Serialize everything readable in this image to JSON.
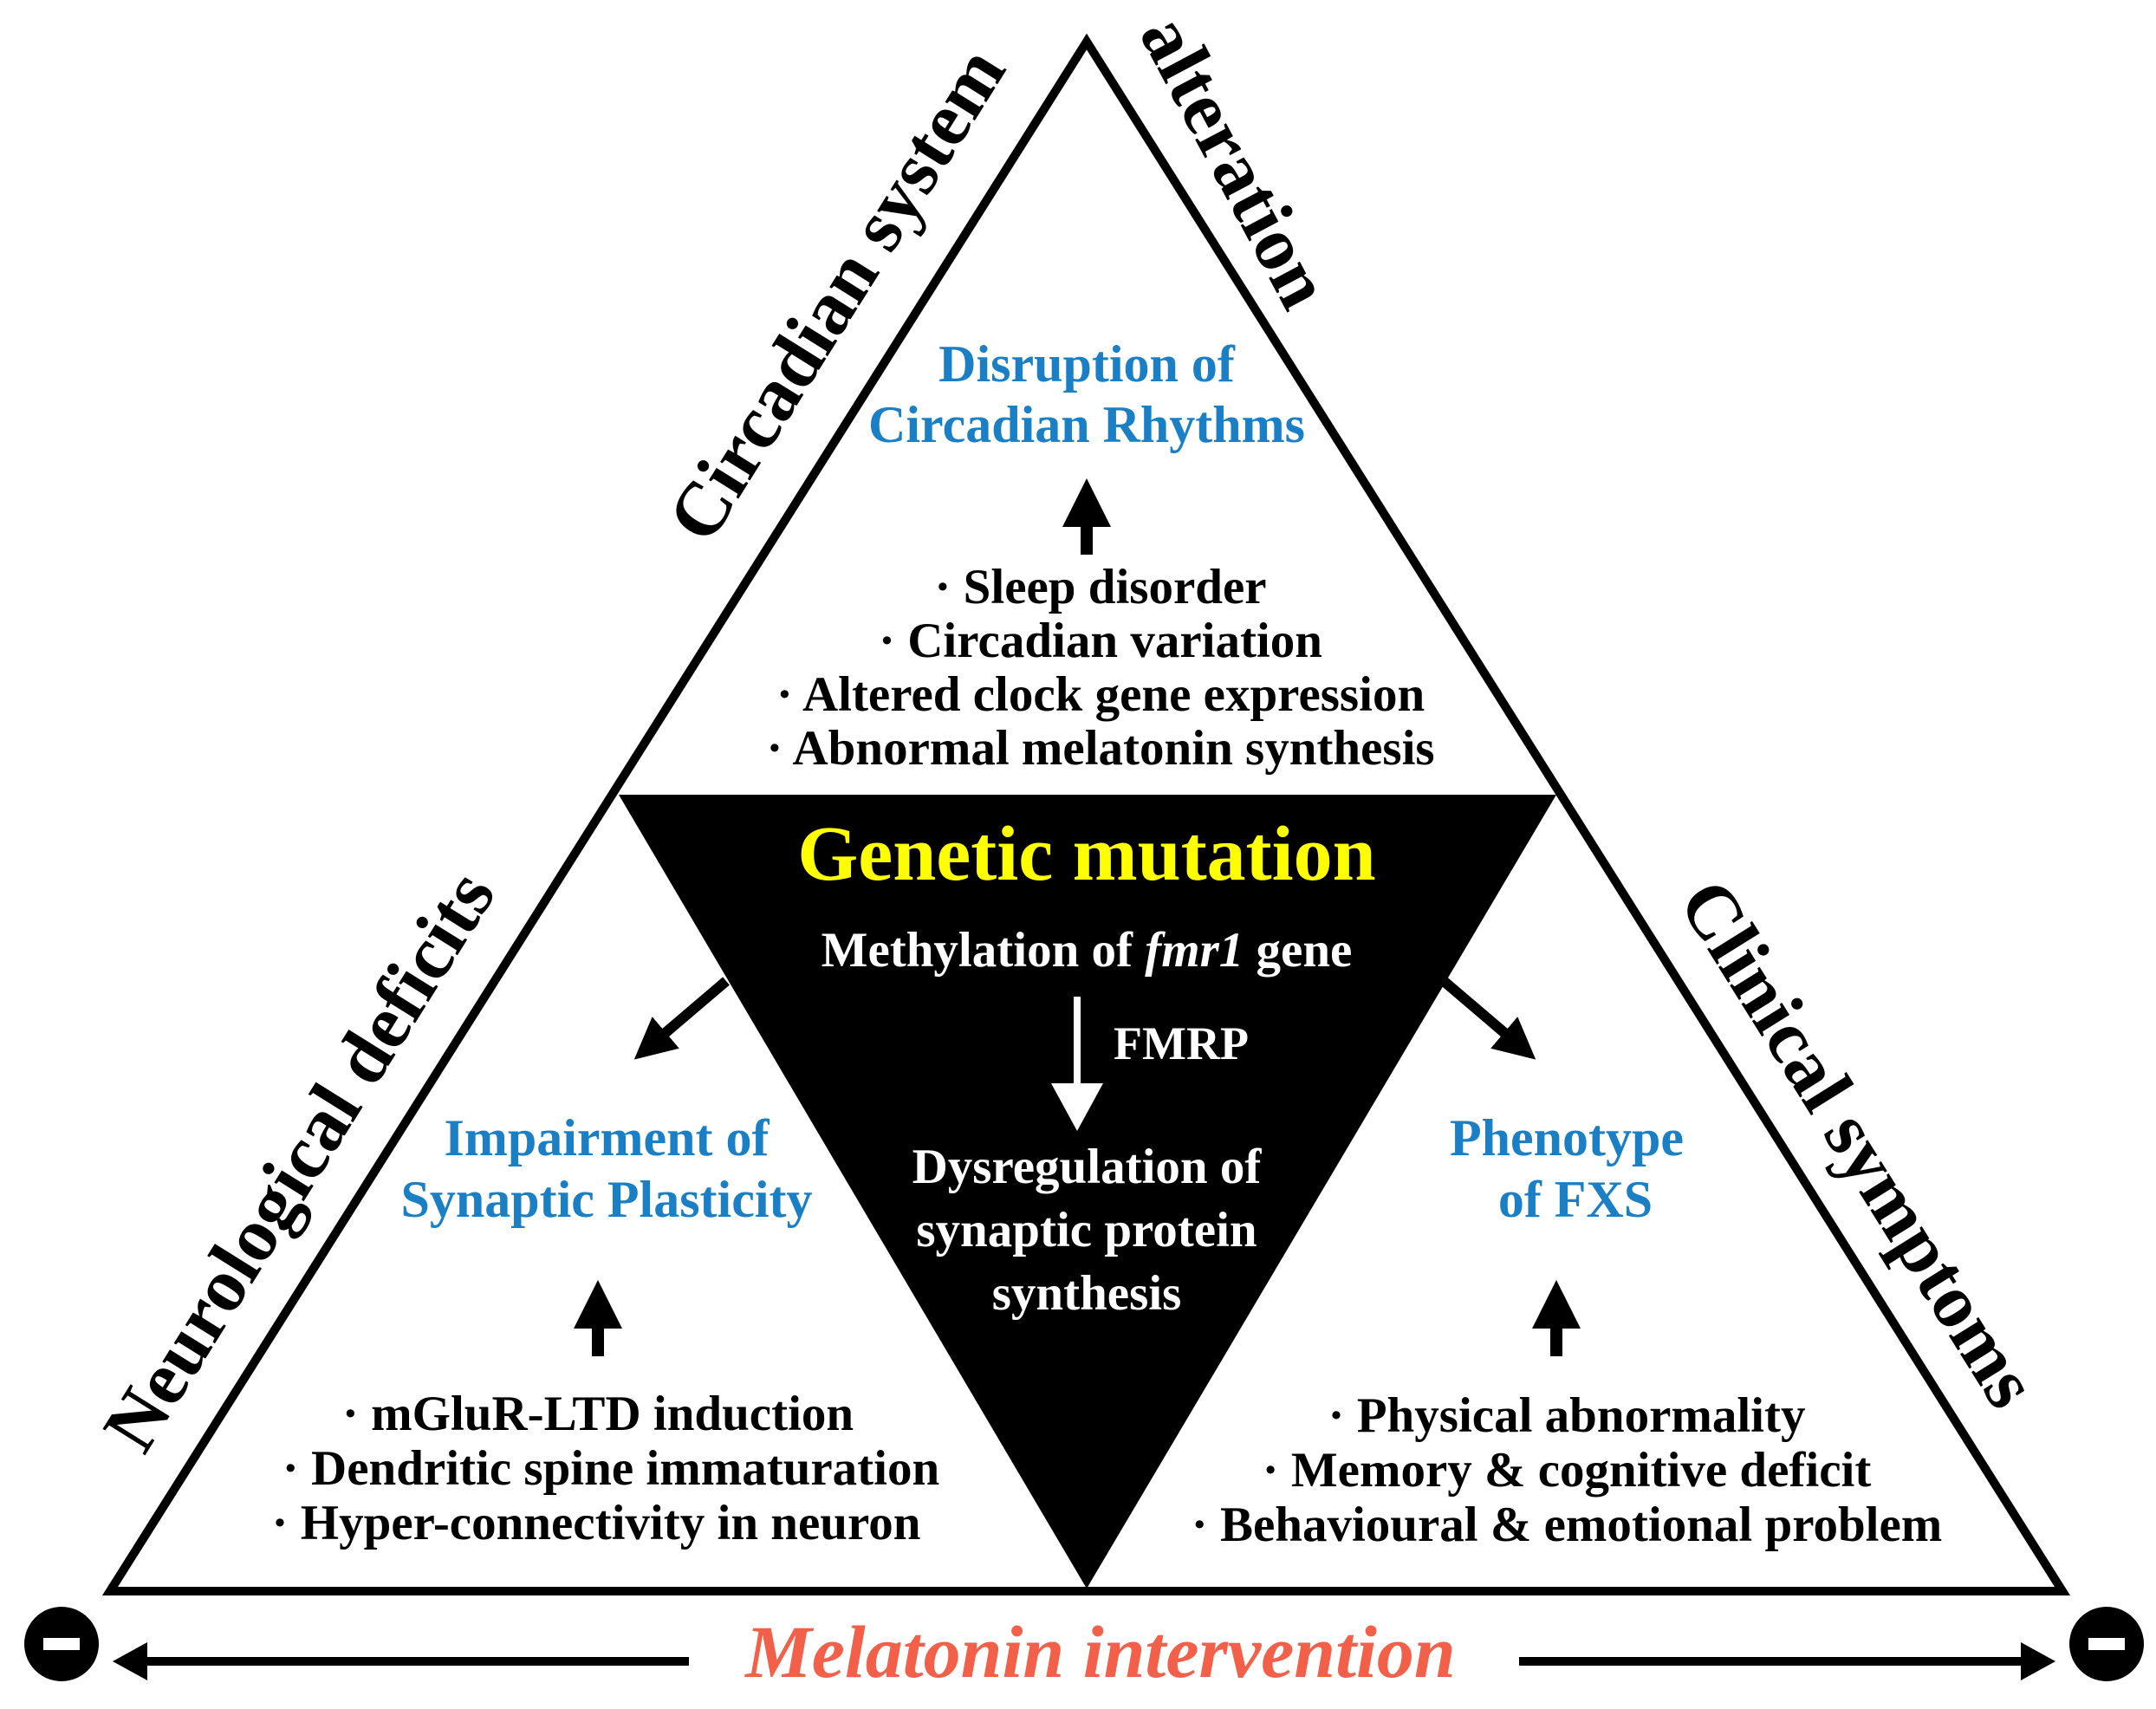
{
  "colors": {
    "blue": "#1a7fc4",
    "yellow": "#ffff00",
    "red": "#f2604a",
    "black": "#000000",
    "white": "#ffffff"
  },
  "sides": {
    "top_left": "Circadian system",
    "top_right": "alteration",
    "left": "Neurological deficits",
    "right": "Clinical symptoms"
  },
  "top": {
    "title_lines": [
      "Disruption of",
      "Circadian Rhythms"
    ],
    "bullets": [
      "· Sleep disorder",
      "· Circadian variation",
      "· Altered clock gene expression",
      "· Abnormal melatonin synthesis"
    ]
  },
  "center": {
    "title": "Genetic mutation",
    "methylation_pre": "Methylation of ",
    "methylation_gene": "fmr1",
    "methylation_post": " gene",
    "arrow_label": "FMRP",
    "result_lines": [
      "Dysregulation of",
      "synaptic protein",
      "synthesis"
    ]
  },
  "left": {
    "title_lines": [
      "Impairment of",
      "Synaptic Plasticity"
    ],
    "bullets": [
      "· mGluR-LTD induction",
      "· Dendritic spine immaturation",
      "· Hyper-connectivity in neuron"
    ]
  },
  "right": {
    "title_lines": [
      "Phenotype",
      "of FXS"
    ],
    "bullets": [
      "· Physical abnormality",
      "· Memory & cognitive deficit",
      "· Behavioural & emotional problem"
    ]
  },
  "bottom": {
    "label": "Melatonin intervention",
    "left_icon": "minus-circle-icon",
    "right_icon": "minus-circle-icon"
  }
}
